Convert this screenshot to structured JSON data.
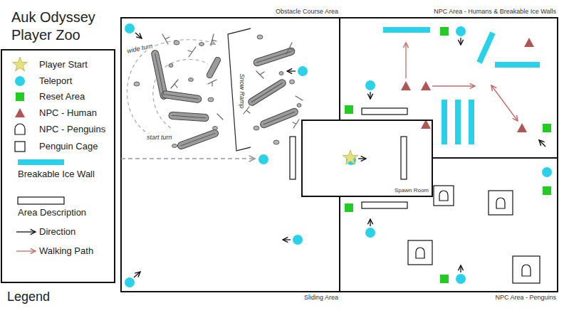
{
  "diagram": {
    "title": "Auk Odyssey Player Zoo",
    "nodes": [
      {
        "text": [
          "Obstacle Course Area"
        ]
      },
      {
        "text": [
          "NPC Area - Humans & Breakable Ice Walls"
        ]
      },
      {
        "text": [
          "Spawn Room"
        ]
      },
      {
        "text": [
          "Sliding Area"
        ]
      },
      {
        "text": [
          "NPC Area - Penguins"
        ]
      }
    ],
    "labels": [
      "Legend",
      "wide turn",
      "Snow Ramp",
      "start turn"
    ],
    "legend": [
      {
        "text": "Player Start",
        "color": "#e6df7a"
      },
      {
        "text": "Teleport",
        "color": "#29d2e8"
      },
      {
        "text": "Reset Area",
        "color": "#22cc22"
      },
      {
        "text": "NPC - Human",
        "color": "#b05555"
      },
      {
        "text": "NPC - Penguins"
      },
      {
        "text": "Penguin Cage"
      },
      {
        "text": "Breakable Ice Wall",
        "color": "#29d2e8"
      },
      {
        "text": "Area Description"
      },
      {
        "text": "Direction"
      },
      {
        "text": "Walking Path"
      }
    ]
  }
}
